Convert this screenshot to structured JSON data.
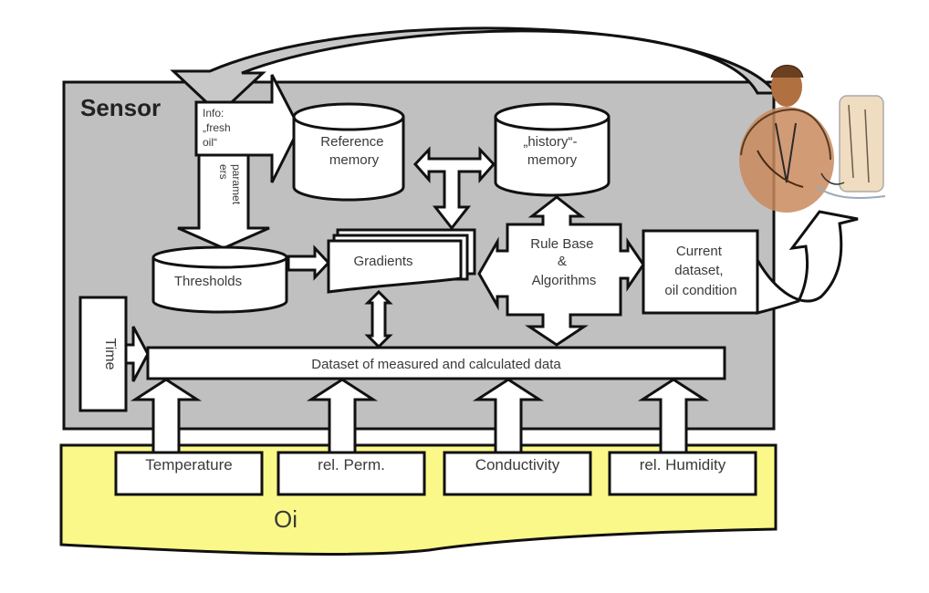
{
  "diagram": {
    "sensor_label": "Sensor",
    "oil_label": "Oi",
    "info_box": {
      "line1": "Info:",
      "line2": "„fresh",
      "line3": "oil“"
    },
    "parameters_label": {
      "line1": "paramet",
      "line2": "ers"
    },
    "reference_memory": {
      "line1": "Reference",
      "line2": "memory"
    },
    "history_memory": {
      "line1": "„history“-",
      "line2": "memory"
    },
    "thresholds": "Thresholds",
    "gradients": "Gradients",
    "rule_base": {
      "line1": "Rule Base",
      "line2": "&",
      "line3": "Algorithms"
    },
    "current_dataset": {
      "line1": "Current",
      "line2": "dataset,",
      "line3": "oil condition"
    },
    "time": "Time",
    "dataset_bar": "Dataset of measured and calculated data",
    "inputs": [
      {
        "label": "Temperature"
      },
      {
        "label": "rel. Perm."
      },
      {
        "label": "Conductivity"
      },
      {
        "label": "rel. Humidity"
      }
    ],
    "operator_figure": "person-at-computer"
  },
  "colors": {
    "sensor_fill": "#c0c0c0",
    "oil_fill": "#fbf88a",
    "box_fill": "#ffffff",
    "outline": "#111111",
    "text": "#3a3a3a",
    "person_suit": "#c98a5e",
    "computer": "#f0dcc0"
  }
}
